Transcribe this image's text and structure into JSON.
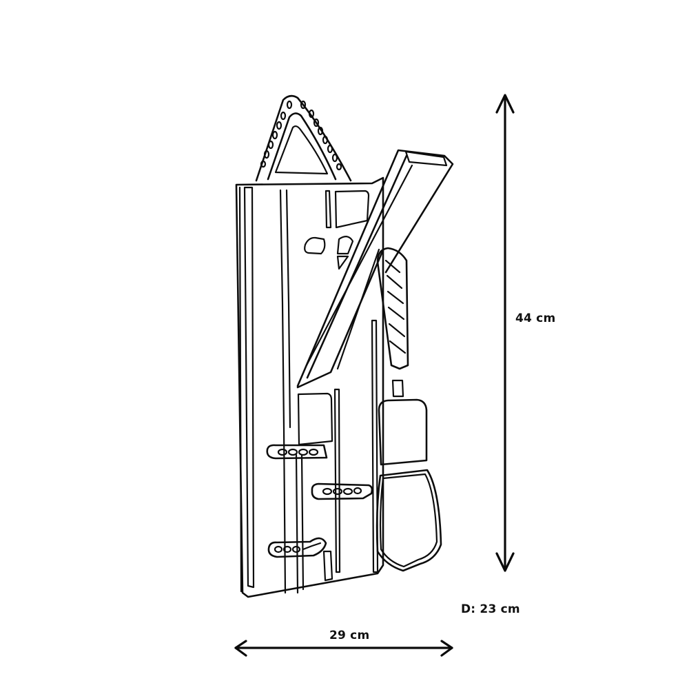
{
  "figure": {
    "subject": "wall-mounted sled / trolley line drawing with dimensions",
    "line_color": "#0d0d0d",
    "background": "#ffffff"
  },
  "dimensions": {
    "height": {
      "label": "44 cm",
      "orientation": "vertical"
    },
    "width": {
      "label": "29 cm",
      "orientation": "horizontal"
    },
    "depth": {
      "label": "D: 23 cm"
    }
  }
}
